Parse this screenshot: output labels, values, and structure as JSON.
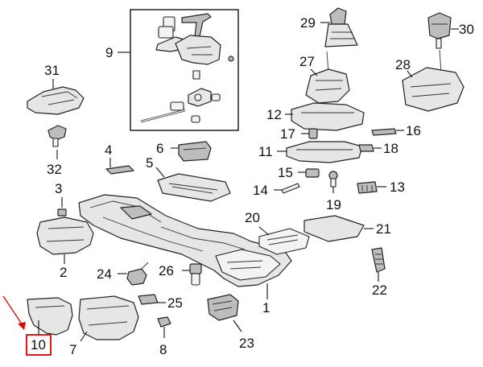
{
  "callouts": {
    "c1": "1",
    "c2": "2",
    "c3": "3",
    "c4": "4",
    "c5": "5",
    "c6": "6",
    "c7": "7",
    "c8": "8",
    "c9": "9",
    "c10": "10",
    "c11": "11",
    "c12": "12",
    "c13": "13",
    "c14": "14",
    "c15": "15",
    "c16": "16",
    "c17": "17",
    "c18": "18",
    "c19": "19",
    "c20": "20",
    "c21": "21",
    "c22": "22",
    "c23": "23",
    "c24": "24",
    "c25": "25",
    "c26": "26",
    "c27": "27",
    "c28": "28",
    "c29": "29",
    "c30": "30",
    "c31": "31",
    "c32": "32"
  },
  "highlight": {
    "callout": "10",
    "color": "#e00000"
  },
  "colors": {
    "line": "#111111",
    "part_fill": "#e6e6e6",
    "background": "#ffffff"
  }
}
